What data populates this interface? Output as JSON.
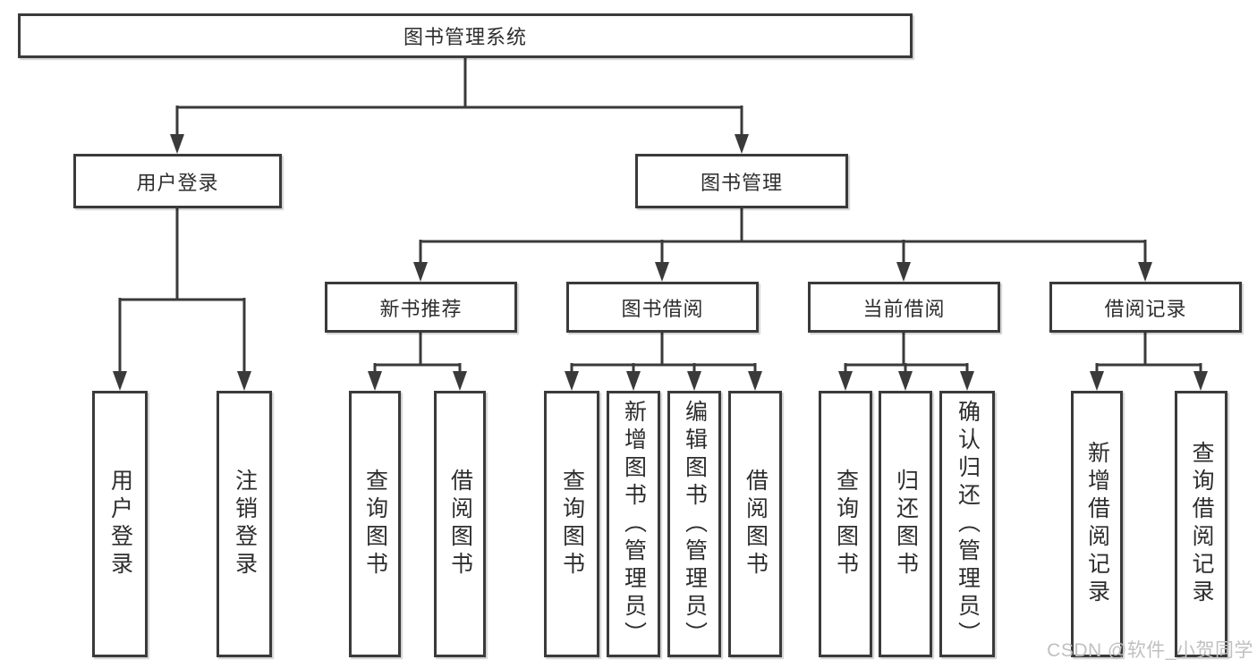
{
  "diagram": {
    "root": "图书管理系统",
    "level2": {
      "user_login": "用户登录",
      "book_mgmt": "图书管理"
    },
    "level3": {
      "new_books": "新书推荐",
      "borrowing": "图书借阅",
      "current": "当前借阅",
      "records": "借阅记录"
    },
    "leaves": {
      "login": "用户登录",
      "logout": "注销登录",
      "nb_query": "查询图书",
      "nb_borrow": "借阅图书",
      "bw_query": "查询图书",
      "bw_add": "新增图书（管理员）",
      "bw_edit": "编辑图书（管理员）",
      "bw_borrow": "借阅图书",
      "cu_query": "查询图书",
      "cu_return": "归还图书",
      "cu_confirm": "确认归还（管理员）",
      "rc_add": "新增借阅记录",
      "rc_query": "查询借阅记录"
    },
    "watermark": "CSDN @软件_小贺同学",
    "colors": {
      "line_color": "#3a3a3a",
      "text_color": "#2d2d2d",
      "watermark_color": "#c0c0c0",
      "background": "#ffffff"
    }
  }
}
